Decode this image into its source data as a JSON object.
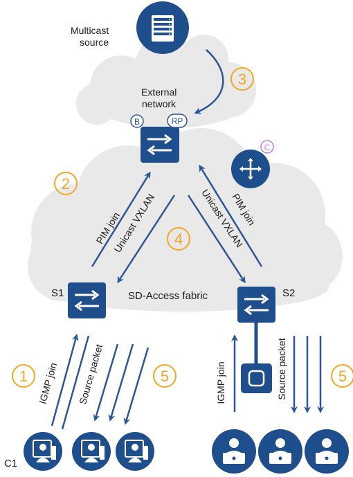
{
  "labels": {
    "multicast_source_line1": "Multicast",
    "multicast_source_line2": "source",
    "external_network_line1": "External",
    "external_network_line2": "network",
    "border_badge": "B",
    "rp_badge": "RP",
    "control_badge": "C",
    "fabric": "SD-Access fabric",
    "s1": "S1",
    "s2": "S2",
    "c1": "C1",
    "pim_join_left": "PIM join",
    "unicast_vxlan_left": "Unicast VXLAN",
    "unicast_vxlan_right": "Unicast VXLAN",
    "pim_join_right": "PIM join",
    "igmp_join_left": "IGMP join",
    "source_packet_left": "Source packet",
    "igmp_join_right": "IGMP join",
    "source_packet_right": "Source packet"
  },
  "steps": {
    "step1": "1",
    "step2": "2",
    "step3": "3",
    "step4": "4",
    "step5_left": "5",
    "step5_right": "5"
  },
  "colors": {
    "device_blue": "#1f4e8c",
    "arrow_blue": "#2b5797",
    "cloud": "#e9e9e9",
    "step_orange": "#f5a623",
    "control_purple": "#b77de0"
  },
  "icons": {
    "multicast_server": "server-icon",
    "border_switch": "switch-icon",
    "control_router": "router-icon",
    "edge_switches": "switch-icon",
    "access_point": "access-point-icon",
    "left_clients": "workstation-user-icon",
    "right_clients": "laptop-user-icon"
  }
}
